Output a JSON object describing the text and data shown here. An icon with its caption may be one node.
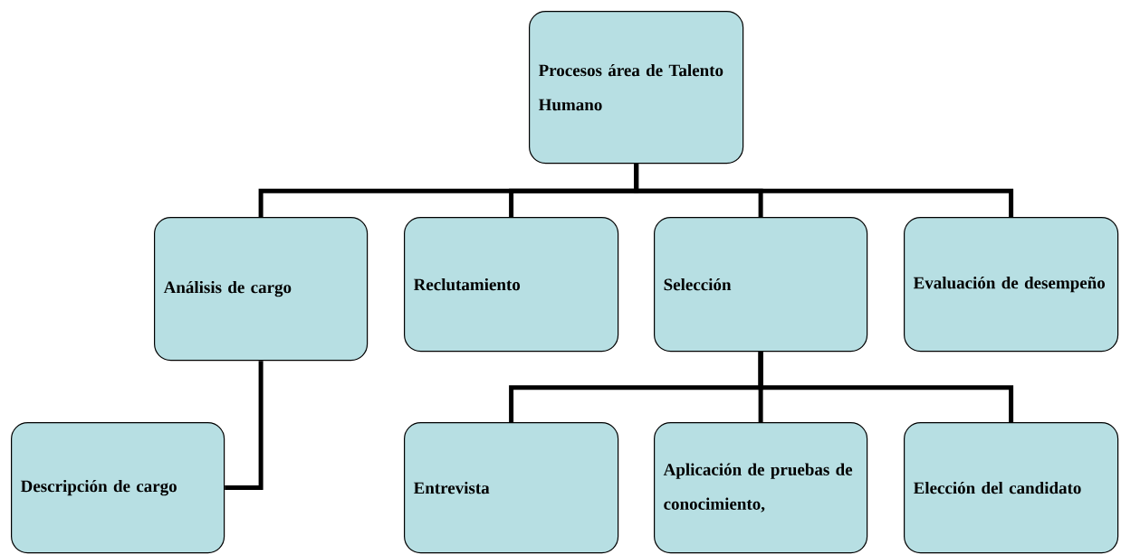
{
  "diagram": {
    "nodes": [
      {
        "text": [
          "Procesos área de Talento Humano"
        ]
      },
      {
        "text": [
          "Análisis de cargo"
        ]
      },
      {
        "text": [
          "Reclutamiento"
        ]
      },
      {
        "text": [
          "Selección"
        ]
      },
      {
        "text": [
          "Evaluación de desempeño"
        ]
      },
      {
        "text": [
          "Descripción de cargo"
        ]
      },
      {
        "text": [
          "Entrevista"
        ]
      },
      {
        "text": [
          "Aplicación de pruebas de conocimiento,"
        ]
      },
      {
        "text": [
          "Elección del candidato"
        ]
      }
    ],
    "edges": [
      {
        "from": 0,
        "to": 1,
        "arrow": "none"
      },
      {
        "from": 0,
        "to": 2,
        "arrow": "none"
      },
      {
        "from": 0,
        "to": 3,
        "arrow": "none"
      },
      {
        "from": 0,
        "to": 4,
        "arrow": "none"
      },
      {
        "from": 1,
        "to": 5,
        "arrow": "none"
      },
      {
        "from": 3,
        "to": 6,
        "arrow": "none"
      },
      {
        "from": 3,
        "to": 7,
        "arrow": "none"
      },
      {
        "from": 3,
        "to": 8,
        "arrow": "none"
      }
    ]
  }
}
